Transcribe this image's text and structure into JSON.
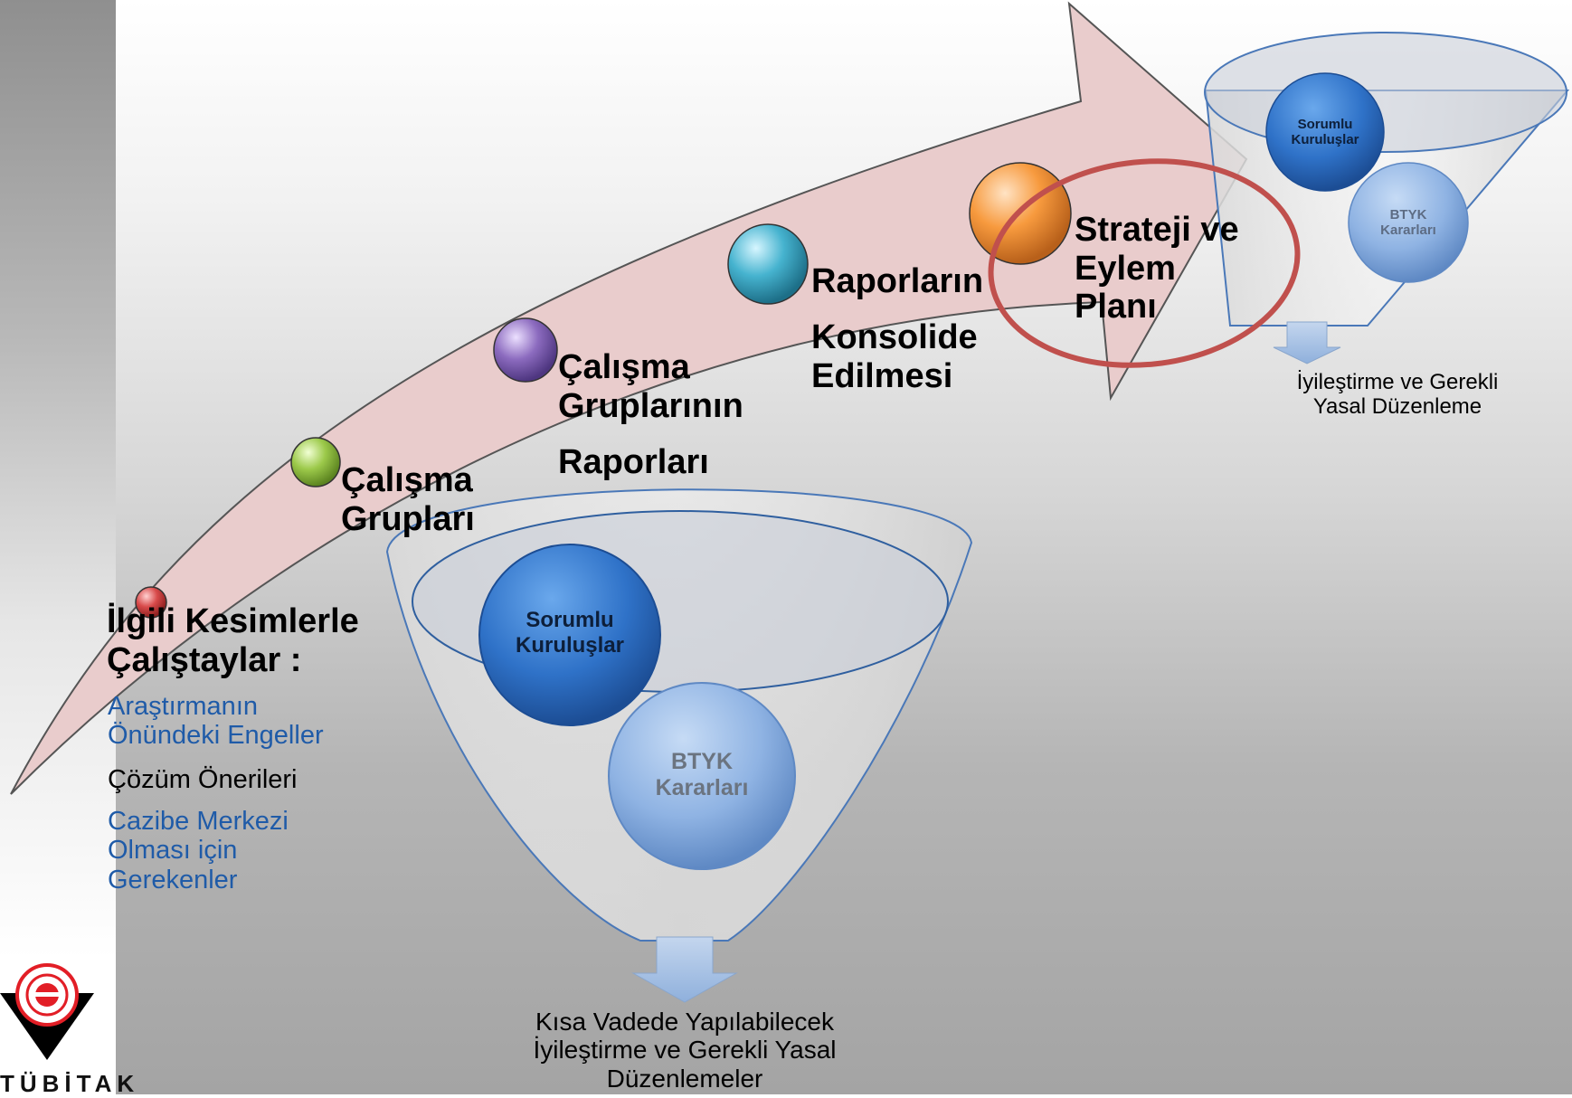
{
  "steps": [
    {
      "label": "İlgili Kesimlerle\nÇalıştaylar  :",
      "color": "#d84a4a"
    },
    {
      "label": "Çalışma\nGrupları",
      "color": "#9cc94a"
    },
    {
      "label": "Çalışma\nGruplarının",
      "label2": "Raporları",
      "color": "#8c6bbf"
    },
    {
      "label": "Raporların",
      "label2": "Konsolide\nEdilmesi",
      "color": "#46b3cf"
    },
    {
      "label": "Strateji ve\nEylem\nPlanı",
      "color": "#f79a3e"
    }
  ],
  "workshop_items": [
    {
      "text": "Araştırmanın\nÖnündeki Engeller",
      "style": "blue"
    },
    {
      "text": "Çözüm Önerileri",
      "style": "black"
    },
    {
      "text": "Cazibe Merkezi\nOlması için\nGerekenler",
      "style": "blue"
    }
  ],
  "funnel_large": {
    "ball1": "Sorumlu\nKuruluşlar",
    "ball2": "BTYK\nKararları",
    "output": "Kısa Vadede Yapılabilecek\nİyileştirme ve Gerekli Yasal\nDüzenlemeler"
  },
  "funnel_small": {
    "ball1": "Sorumlu\nKuruluşlar",
    "ball2": "BTYK\nKararları",
    "output": "İyileştirme ve Gerekli\nYasal Düzenleme"
  },
  "logo": {
    "text": "TÜBİTAK"
  },
  "colors": {
    "highlight_ring": "#c0504d",
    "arrow_fill": "#e9cccc",
    "blue_text": "#1f5ba8"
  }
}
